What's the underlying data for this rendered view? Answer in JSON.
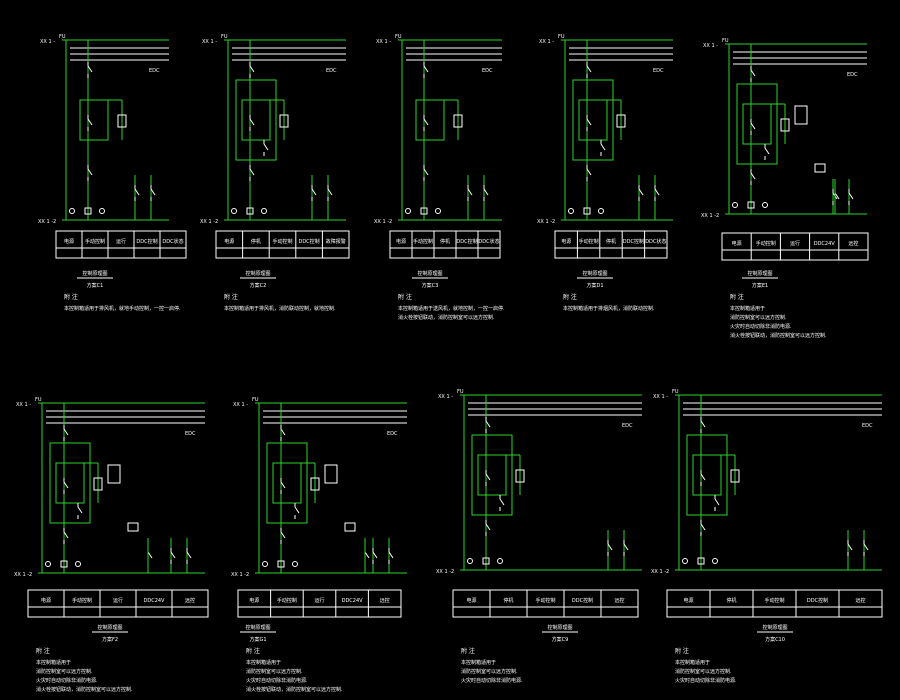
{
  "colors": {
    "background": "#000000",
    "wire": "#2bd42b",
    "component": "#ffffff",
    "label": "#ffffff"
  },
  "bus_labels": {
    "top": "XX 1 -",
    "bottom": "XX 1 -2",
    "breaker": "FU"
  },
  "panels": [
    {
      "id": "panel-1",
      "ctrl_tag": "EDC",
      "header_cells": [
        "电源",
        "手动控制",
        "运行",
        "DDC控制",
        "DDC状态"
      ],
      "title": "控制原理图",
      "subtitle": "方案C1",
      "notes_head": "附 注",
      "notes": [
        "本控制箱适用于排风机，就地手动控制，一控一启停."
      ]
    },
    {
      "id": "panel-2",
      "ctrl_tag": "EDC",
      "header_cells": [
        "电源",
        "停机",
        "手动控制",
        "DDC控制",
        "故障报警"
      ],
      "title": "控制原理图",
      "subtitle": "方案C2",
      "notes_head": "附 注",
      "notes": [
        "本控制箱适用于排风机，消防联动控制，就地控制."
      ]
    },
    {
      "id": "panel-3",
      "ctrl_tag": "EDC",
      "header_cells": [
        "电源",
        "手动控制",
        "停机",
        "DDC控制",
        "DDC状态"
      ],
      "title": "控制原理图",
      "subtitle": "方案C3",
      "notes_head": "附 注",
      "notes": [
        "本控制箱适用于送风机，就地控制，一控一启停.",
        "消火栓按钮联动，消防控制室可以远方控制."
      ]
    },
    {
      "id": "panel-4",
      "ctrl_tag": "EDC",
      "header_cells": [
        "电源",
        "手动控制",
        "停机",
        "DDC控制",
        "DDC状态"
      ],
      "title": "控制原理图",
      "subtitle": "方案D1",
      "notes_head": "附 注",
      "notes": [
        "本控制箱适用于排烟风机，消防联动控制."
      ]
    },
    {
      "id": "panel-5",
      "ctrl_tag": "EDC",
      "header_cells": [
        "电源",
        "手动控制",
        "运行",
        "DDC24V",
        "远控"
      ],
      "title": "控制原理图",
      "subtitle": "方案E1",
      "notes_head": "附 注",
      "notes": [
        "本控制箱适用于",
        "消防控制室可以远方控制.",
        "火灾时自动切除非消防电源.",
        "消火栓按钮联动，消防控制室可以远方控制."
      ]
    },
    {
      "id": "panel-6",
      "ctrl_tag": "EDC",
      "header_cells": [
        "电源",
        "手动控制",
        "运行",
        "DDC24V",
        "远控"
      ],
      "title": "控制原理图",
      "subtitle": "方案F2",
      "notes_head": "附 注",
      "notes": [
        "本控制箱适用于",
        "消防控制室可以远方控制.",
        "火灾时自动切除非消防电源.",
        "消火栓按钮联动，消防控制室可以远方控制."
      ]
    },
    {
      "id": "panel-7",
      "ctrl_tag": "EDC",
      "header_cells": [
        "电源",
        "手动控制",
        "运行",
        "DDC24V",
        "远控"
      ],
      "title": "控制原理图",
      "subtitle": "方案G1",
      "notes_head": "附 注",
      "notes": [
        "本控制箱适用于",
        "消防控制室可以远方控制.",
        "火灾时自动切除非消防电源.",
        "消火栓按钮联动，消防控制室可以远方控制."
      ]
    },
    {
      "id": "panel-8",
      "ctrl_tag": "EDC",
      "header_cells": [
        "电源",
        "停机",
        "手动控制",
        "DDC控制",
        "远控"
      ],
      "title": "控制原理图",
      "subtitle": "方案C9",
      "notes_head": "附 注",
      "notes": [
        "本控制箱适用于",
        "消防控制室可以远方控制.",
        "火灾时自动切除非消防电源."
      ]
    },
    {
      "id": "panel-9",
      "ctrl_tag": "EDC",
      "header_cells": [
        "电源",
        "停机",
        "手动控制",
        "DDC控制",
        "远控"
      ],
      "title": "控制原理图",
      "subtitle": "方案C10",
      "notes_head": "附 注",
      "notes": [
        "本控制箱适用于",
        "消防控制室可以远方控制.",
        "火灾时自动切除非消防电源."
      ]
    }
  ]
}
